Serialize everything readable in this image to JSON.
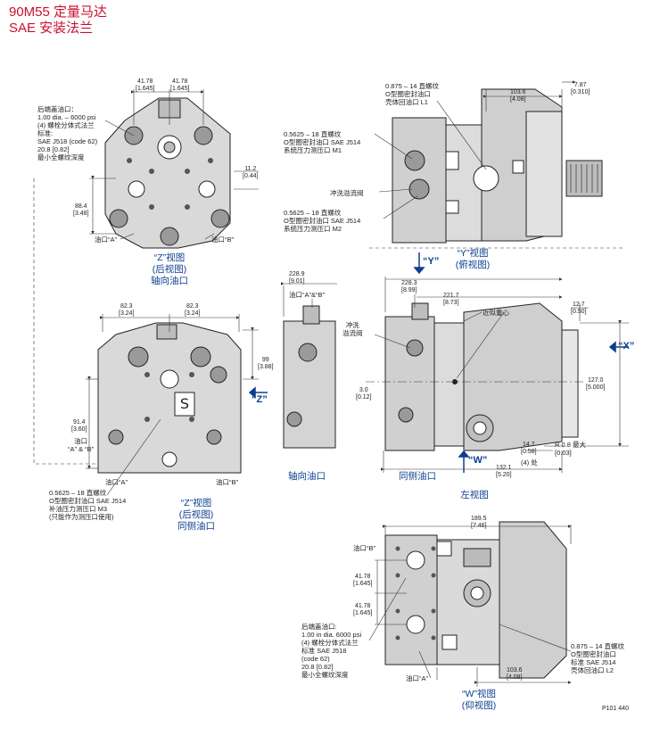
{
  "header": {
    "title": "90M55 定量马达",
    "subtitle": "SAE 安装法兰"
  },
  "views": {
    "z_rear": {
      "caption_1": "“Z”视图",
      "caption_2": "(后视图)",
      "caption_3": "轴向油口"
    },
    "z_side": {
      "caption_1": "“Z”视图",
      "caption_2": "(后视图)",
      "caption_3": "同侧油口"
    },
    "y_top": {
      "caption_1": "“Y”视图",
      "caption_2": "(俯视图)"
    },
    "left": {
      "caption_axial": "轴向油口",
      "caption_side": "同侧油口",
      "caption_main": "左视图"
    },
    "w_bottom": {
      "caption_1": "“W”视图",
      "caption_2": "(仰视图)"
    }
  },
  "labels": {
    "rear_port_note": [
      "后端盖油口：",
      "1.00 dia. – 6000 psi",
      "(4) 螺栓分体式法兰",
      "标准:",
      "SAE J518 (code 62)",
      "20.8 [0.82]",
      "最小全螺纹深度"
    ],
    "port_a": "油口“A”",
    "port_b": "油口“B”",
    "port_ab": "油口“A”&“B”",
    "port_ab_split": [
      "油口",
      "“A” & “B”"
    ],
    "m3_note": [
      "0.5625 – 18 直螺纹",
      "O型圈密封油口 SAE J514",
      "补油压力测压口 M3",
      "(只能作为测压口使用)"
    ],
    "l1_note": [
      "0.875 – 14 直螺纹",
      "O型圈密封油口",
      "壳体回油口 L1"
    ],
    "m1_note": [
      "0.5625 – 18 直螺纹",
      "O型圈密封油口 SAE J514",
      "系统压力测压口 M1"
    ],
    "m2_note": [
      "0.5625 – 18 直螺纹",
      "O型圈密封油口 SAE J514",
      "系统压力测压口 M2"
    ],
    "flush_valve": "冲洗溢流阀",
    "flush_valve_split": [
      "冲洗",
      "溢流阀"
    ],
    "cog": "近似重心",
    "r_max": "R 0.8 最大",
    "r_max_in": "[0.03]",
    "places": "(4) 处",
    "bottom_note": [
      "后端盖油口:",
      "1.00 in dia. 6000 psi",
      "(4) 螺栓分体式法兰",
      "标准 SAE J518",
      "(code 62)",
      "20.8 [0.82]",
      "最小全螺纹深度"
    ],
    "l2_note": [
      "0.875 – 14 直螺纹",
      "O型圈密封油口",
      "标准 SAE J514",
      "壳体回油口 L2"
    ],
    "part_no": "P101 440"
  },
  "dimensions": {
    "d4178a": "41.78",
    "d4178a_in": "[1.645]",
    "d4178b": "41.78",
    "d4178b_in": "[1.645]",
    "d112": "11.2",
    "d112_in": "[0.44]",
    "d884": "88.4",
    "d884_in": "[3.48]",
    "d823a": "82.3",
    "d823a_in": "[3.24]",
    "d823b": "82.3",
    "d823b_in": "[3.24]",
    "d99": "99",
    "d99_in": "[3.88]",
    "d914": "91.4",
    "d914_in": "[3.60]",
    "d1036": "103.6",
    "d1036_in": "[4.08]",
    "d787": "7.87",
    "d787_in": "[0.310]",
    "d2289": "228.9",
    "d2289_in": "[9.01]",
    "d2283": "228.3",
    "d2283_in": "[8.99]",
    "d2217": "221.7",
    "d2217_in": "[8.73]",
    "d127": "12.7",
    "d127_in": "[0.50]",
    "d1270": "127.0",
    "d1270_in": "[5.000]",
    "d30": "3.0",
    "d30_in": "[0.12]",
    "d147": "14.7",
    "d147_in": "[0.58]",
    "d1321": "132.1",
    "d1321_in": "[5.20]",
    "d1895": "189.5",
    "d1895_in": "[7.46]",
    "d4178c": "41.78",
    "d4178c_in": "[1.645]",
    "d4178d": "41.78",
    "d4178d_in": "[1.645]",
    "d1036b": "103.6",
    "d1036b_in": "[4.08]"
  },
  "view_markers": {
    "x": "“X”",
    "y": "“Y”",
    "z": "“Z”",
    "w": "“W”"
  }
}
